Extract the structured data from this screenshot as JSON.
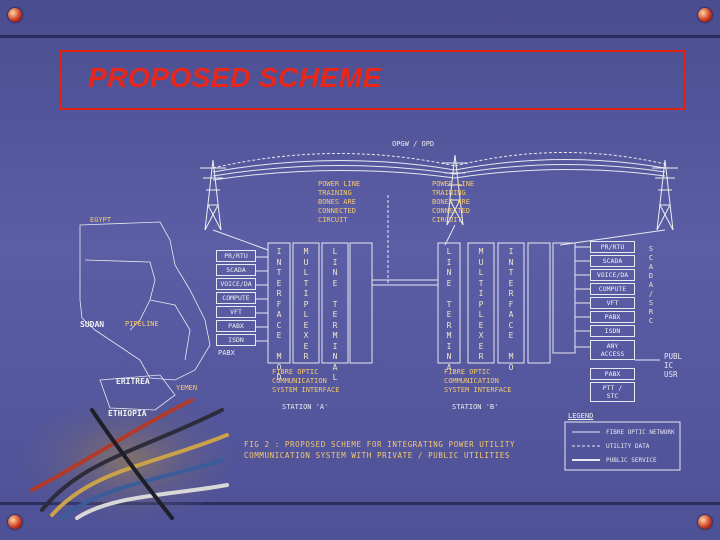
{
  "title": "PROPOSED SCHEME",
  "top_label": "OPGW / OPD",
  "tower_note_a": "POWER LINE\nTRAINING\nBONES ARE\nCONNECTED\nCIRCUIT",
  "tower_note_b": "POWER LINE\nTRAINING\nBONES ARE\nCONNECTED\nCIRCUIT",
  "map": {
    "country_top": "EGYPT",
    "sudan": "SUDAN",
    "eritrea": "ERITREA",
    "ethiopia": "ETHIOPIA",
    "yemen": "YEMEN",
    "pipeline_label": "PIPELINE"
  },
  "station_a": {
    "services": [
      "PR/RTU",
      "SCADA",
      "VOICE/DA",
      "COMPUTE",
      "VFT",
      "PABX",
      "ISDN"
    ],
    "pabx_out": "PABX",
    "interface": "I\nN\nT\nE\nR\nF\nA\nC\nE\n\nM\nO\nD",
    "multiplexer": "M\nU\nL\nT\nI\nP\nL\nE\nX\nE\nR",
    "line_terminal": "L\nI\nN\nE\n\nT\nE\nR\nM\nI\nN\nA\nL",
    "fibre_note": "FIBRE OPTIC\nCOMMUNICATION\nSYSTEM INTERFACE",
    "name": "STATION 'A'"
  },
  "station_b": {
    "services": [
      "PR/RTU",
      "SCADA",
      "VOICE/DA",
      "COMPUTE",
      "VFT",
      "PABX",
      "ISDN"
    ],
    "any_access": "ANY\nACCESS",
    "pabx": "PABX",
    "ptt": "PTT /\nSTC",
    "interface": "I\nN\nT\nE\nR\nF\nA\nC\nE\n\nM\nO",
    "multiplexer": "M\nU\nL\nT\nI\nP\nL\nE\nX\nE\nR",
    "line_terminal": "L\nI\nN\nE\n\nT\nE\nR\nM\nI\nN\nA",
    "fibre_note": "FIBRE OPTIC\nCOMMUNICATION\nSYSTEM INTERFACE",
    "name": "STATION 'B'",
    "scada_side": "S\nC\nA\nD\nA\n/\nS\nR\nC",
    "public_user": "PUBL\nIC\nUSR"
  },
  "legend": {
    "title": "LEGEND",
    "items": [
      "FIBRE OPTIC NETWORK",
      "UTILITY DATA",
      "PUBLIC SERVICE"
    ]
  },
  "caption": "FIG 2 : PROPOSED SCHEME FOR INTEGRATING POWER UTILITY\nCOMMUNICATION SYSTEM WITH PRIVATE / PUBLIC UTILITIES"
}
